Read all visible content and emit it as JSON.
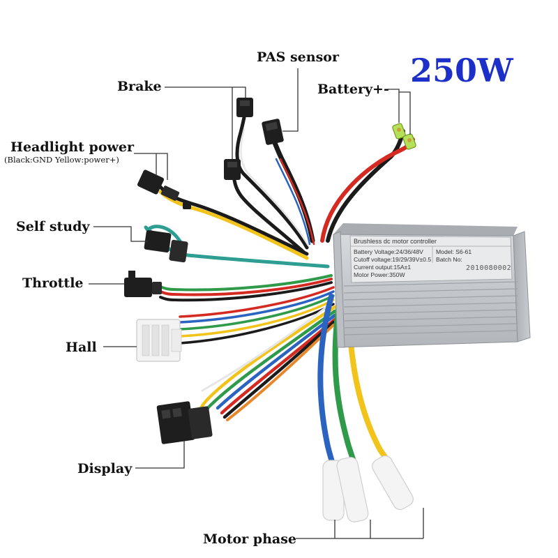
{
  "diagram": {
    "power_rating": "250W",
    "power_rating_color": "#1c2fc8",
    "labels": {
      "pas_sensor": "PAS sensor",
      "brake": "Brake",
      "battery": "Battery+-",
      "headlight_power": "Headlight power",
      "headlight_note": "(Black:GND Yellow:power+)",
      "self_study": "Self study",
      "throttle": "Throttle",
      "hall": "Hall",
      "display": "Display",
      "motor_phase": "Motor phase"
    },
    "controller": {
      "title": "Brushless dc motor controller",
      "battery_voltage": "Battery Voltage:24/36/48V",
      "cutoff_voltage": "Cutoff voltage:19/29/39V±0.5",
      "current_output": "Current output:15A±1",
      "motor_power": "Motor Power:350W",
      "model": "Model: S6-61",
      "batch_label": "Batch No:",
      "batch_number": "2010080002"
    },
    "wire_colors": {
      "red": "#d42a22",
      "black": "#1b1b1b",
      "yellow": "#f2c31a",
      "green": "#2f9b4a",
      "blue": "#2b63c0",
      "teal": "#2f9e92",
      "white": "#e6e6e6",
      "orange": "#e8862a"
    }
  }
}
